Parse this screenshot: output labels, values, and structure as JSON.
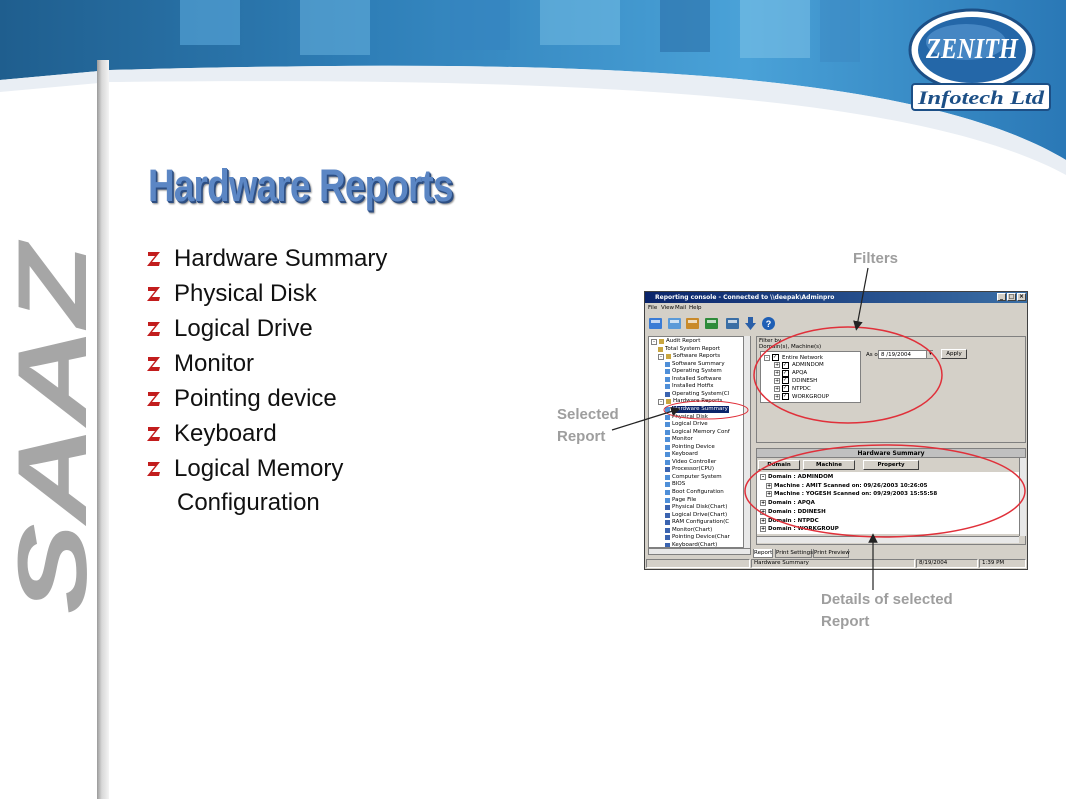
{
  "logo": {
    "brand": "ZENITH",
    "tagline": "Infotech Ltd"
  },
  "side_logo_text": "SAAZ",
  "slide": {
    "title": "Hardware Reports",
    "bullets": [
      "Hardware Summary",
      "Physical Disk",
      "Logical Drive",
      "Monitor",
      "Pointing device",
      "Keyboard",
      "Logical Memory"
    ],
    "bullet_continuation": "Configuration"
  },
  "callouts": {
    "filters": "Filters",
    "selected_line1": "Selected",
    "selected_line2": "Report",
    "details_line1": "Details of selected",
    "details_line2": "Report"
  },
  "app": {
    "window_title": "Reporting console - Connected to \\\\deepak\\Adminpro",
    "menu": [
      "File",
      "View",
      "Mail",
      "Help"
    ],
    "toolbar_icons": [
      "open-icon",
      "save-icon",
      "export-icon",
      "excel-icon",
      "print-icon",
      "download-icon",
      "help-icon"
    ],
    "tree": [
      {
        "label": "Audit Report",
        "level": 0,
        "expander": "-"
      },
      {
        "label": "Total System Report",
        "level": 1,
        "expander": ""
      },
      {
        "label": "Software Reports",
        "level": 1,
        "expander": "-"
      },
      {
        "label": "Software Summary",
        "level": 2,
        "expander": ""
      },
      {
        "label": "Operating System",
        "level": 2,
        "expander": ""
      },
      {
        "label": "Installed Software",
        "level": 2,
        "expander": ""
      },
      {
        "label": "Installed Hotfix",
        "level": 2,
        "expander": ""
      },
      {
        "label": "Operating System(Cl",
        "level": 2,
        "expander": ""
      },
      {
        "label": "Hardware Reports",
        "level": 1,
        "expander": "-"
      },
      {
        "label": "Hardware Summary",
        "level": 2,
        "expander": "",
        "selected": true
      },
      {
        "label": "Physical Disk",
        "level": 2,
        "expander": ""
      },
      {
        "label": "Logical Drive",
        "level": 2,
        "expander": ""
      },
      {
        "label": "Logical Memory Conf",
        "level": 2,
        "expander": ""
      },
      {
        "label": "Monitor",
        "level": 2,
        "expander": ""
      },
      {
        "label": "Pointing Device",
        "level": 2,
        "expander": ""
      },
      {
        "label": "Keyboard",
        "level": 2,
        "expander": ""
      },
      {
        "label": "Video Controller",
        "level": 2,
        "expander": ""
      },
      {
        "label": "Processor(CPU)",
        "level": 2,
        "expander": ""
      },
      {
        "label": "Computer System",
        "level": 2,
        "expander": ""
      },
      {
        "label": "BIOS",
        "level": 2,
        "expander": ""
      },
      {
        "label": "Boot Configuration",
        "level": 2,
        "expander": ""
      },
      {
        "label": "Page File",
        "level": 2,
        "expander": ""
      },
      {
        "label": "Physical Disk(Chart)",
        "level": 2,
        "expander": ""
      },
      {
        "label": "Logical Drive(Chart)",
        "level": 2,
        "expander": ""
      },
      {
        "label": "RAM Configuration(C",
        "level": 2,
        "expander": ""
      },
      {
        "label": "Monitor(Chart)",
        "level": 2,
        "expander": ""
      },
      {
        "label": "Pointing Device(Char",
        "level": 2,
        "expander": ""
      },
      {
        "label": "Keyboard(Chart)",
        "level": 2,
        "expander": ""
      }
    ],
    "filter": {
      "group_label": "Filter by",
      "sub_label": "Domain(s), Machine(s)",
      "items": [
        {
          "label": "Entire Network",
          "level": 0,
          "checked": true
        },
        {
          "label": "ADMINDOM",
          "level": 1,
          "checked": true
        },
        {
          "label": "APQA",
          "level": 1,
          "checked": true
        },
        {
          "label": "DDINESH",
          "level": 1,
          "checked": true
        },
        {
          "label": "NTPDC",
          "level": 1,
          "checked": true
        },
        {
          "label": "WORKGROUP",
          "level": 1,
          "checked": true
        }
      ],
      "as_on_label": "As on:",
      "as_on_value": "8 /19/2004",
      "apply_label": "Apply"
    },
    "hw_summary": {
      "header": "Hardware Summary",
      "columns": [
        "Domain",
        "Machine",
        "Property"
      ],
      "rows": [
        {
          "text": "Domain : ADMINDOM",
          "level": 0,
          "expander": "-"
        },
        {
          "text": "Machine : AMIT Scanned on: 09/26/2003 10:26:05",
          "level": 1,
          "expander": "+"
        },
        {
          "text": "Machine : YOGESH Scanned on: 09/29/2003 15:55:58",
          "level": 1,
          "expander": "+"
        },
        {
          "text": "Domain : APQA",
          "level": 0,
          "expander": "+"
        },
        {
          "text": "Domain : DDINESH",
          "level": 0,
          "expander": "+"
        },
        {
          "text": "Domain : NTPDC",
          "level": 0,
          "expander": "+"
        },
        {
          "text": "Domain : WORKGROUP",
          "level": 0,
          "expander": "+"
        }
      ]
    },
    "bottom_tabs": [
      "Report",
      "Print Settings",
      "Print Preview"
    ],
    "status": {
      "left": "",
      "report": "Hardware Summary",
      "date": "8/19/2004",
      "time": "1:39 PM"
    }
  },
  "colors": {
    "title_blue": "#5b86c4",
    "annotation_red": "#e0303a",
    "callout_gray": "#9e9e9e",
    "band_blue": "#3f8fc8"
  }
}
